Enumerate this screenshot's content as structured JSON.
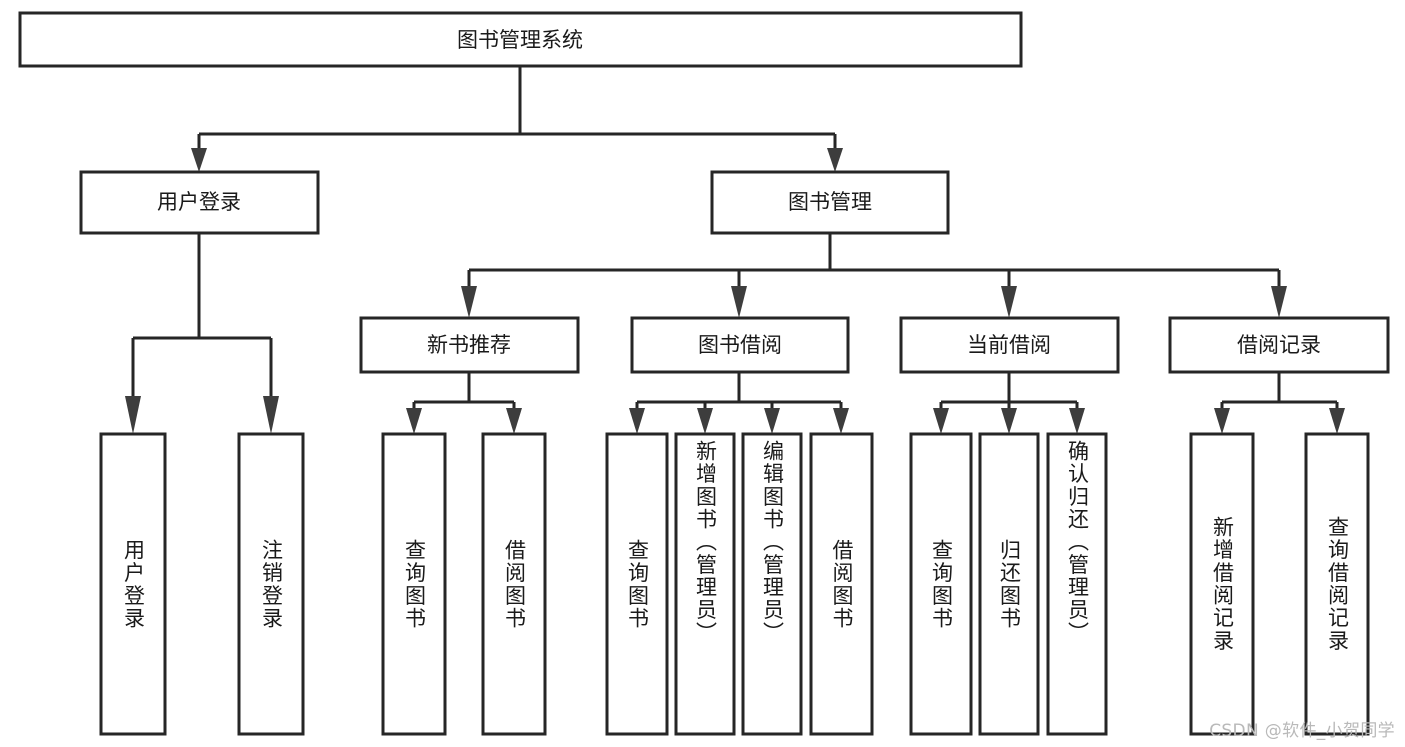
{
  "diagram": {
    "type": "tree-hierarchy-flowchart",
    "title_node": {
      "id": "root",
      "label": "图书管理系统",
      "orientation": "horizontal"
    },
    "level1": [
      {
        "id": "user-login",
        "label": "用户登录",
        "orientation": "horizontal"
      },
      {
        "id": "book-management",
        "label": "图书管理",
        "orientation": "horizontal"
      }
    ],
    "level2": [
      {
        "id": "new-book-recommend",
        "label": "新书推荐",
        "orientation": "horizontal",
        "parent": "book-management"
      },
      {
        "id": "book-borrow",
        "label": "图书借阅",
        "orientation": "horizontal",
        "parent": "book-management"
      },
      {
        "id": "current-borrow",
        "label": "当前借阅",
        "orientation": "horizontal",
        "parent": "book-management"
      },
      {
        "id": "borrow-record",
        "label": "借阅记录",
        "orientation": "horizontal",
        "parent": "book-management"
      }
    ],
    "leaves": [
      {
        "id": "leaf-user-login",
        "label": "用户登录",
        "orientation": "vertical",
        "parent": "user-login"
      },
      {
        "id": "leaf-logout-login",
        "label": "注销登录",
        "orientation": "vertical",
        "parent": "user-login"
      },
      {
        "id": "leaf-query-book-1",
        "label": "查询图书",
        "orientation": "vertical",
        "parent": "new-book-recommend"
      },
      {
        "id": "leaf-borrow-book-1",
        "label": "借阅图书",
        "orientation": "vertical",
        "parent": "new-book-recommend"
      },
      {
        "id": "leaf-query-book-2",
        "label": "查询图书",
        "orientation": "vertical",
        "parent": "book-borrow"
      },
      {
        "id": "leaf-add-book",
        "label": "新增图书（管理员）",
        "orientation": "vertical",
        "parent": "book-borrow"
      },
      {
        "id": "leaf-edit-book",
        "label": "编辑图书（管理员）",
        "orientation": "vertical",
        "parent": "book-borrow"
      },
      {
        "id": "leaf-borrow-book-2",
        "label": "借阅图书",
        "orientation": "vertical",
        "parent": "book-borrow"
      },
      {
        "id": "leaf-query-book-3",
        "label": "查询图书",
        "orientation": "vertical",
        "parent": "current-borrow"
      },
      {
        "id": "leaf-return-book",
        "label": "归还图书",
        "orientation": "vertical",
        "parent": "current-borrow"
      },
      {
        "id": "leaf-confirm-return",
        "label": "确认归还（管理员）",
        "orientation": "vertical",
        "parent": "current-borrow"
      },
      {
        "id": "leaf-add-record",
        "label": "新增借阅记录",
        "orientation": "vertical",
        "parent": "borrow-record"
      },
      {
        "id": "leaf-query-record",
        "label": "查询借阅记录",
        "orientation": "vertical",
        "parent": "borrow-record"
      }
    ],
    "colors": {
      "box_fill": "#ffffff",
      "box_stroke": "#262626",
      "connector": "#262626",
      "text": "#1a1a1a",
      "background": "#ffffff",
      "watermark": "#b9b9b9"
    }
  },
  "watermark": {
    "text": "CSDN @软件_小贺同学"
  }
}
